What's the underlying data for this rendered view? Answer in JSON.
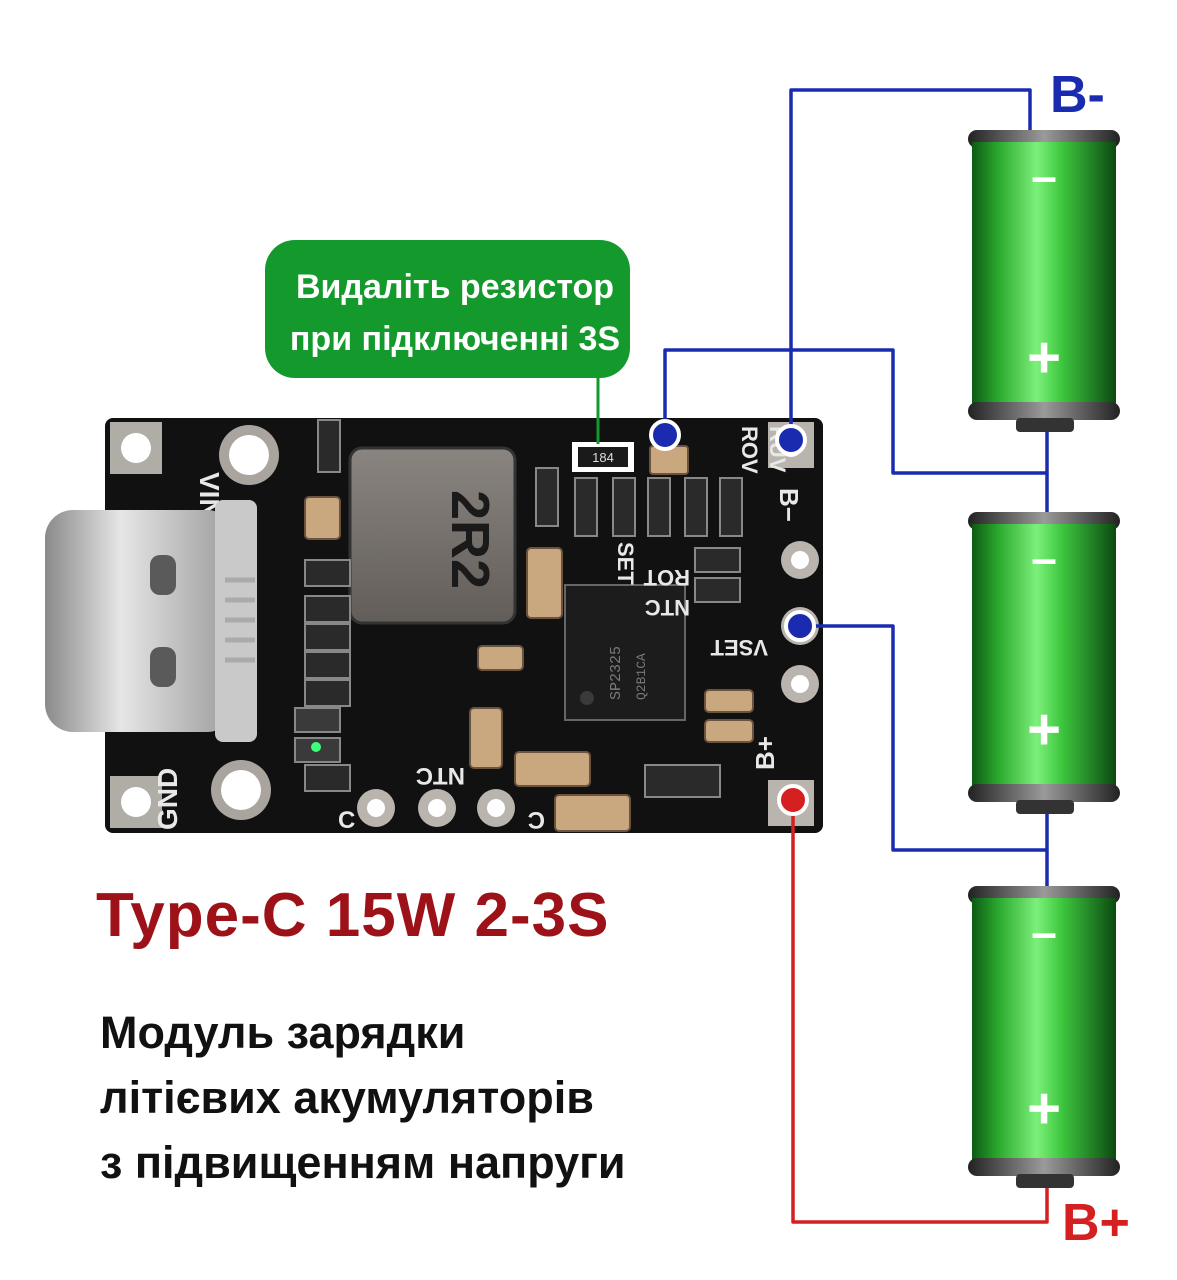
{
  "callout": {
    "line1": "Видаліть резистор",
    "line2": "при підключенні 3S"
  },
  "terminals": {
    "b_minus": "B-",
    "b_plus": "B+"
  },
  "batteries": [
    {
      "minus": "–",
      "plus": "+"
    },
    {
      "minus": "–",
      "plus": "+"
    },
    {
      "minus": "–",
      "plus": "+"
    }
  ],
  "board": {
    "vin": "VIN",
    "gnd": "GND",
    "inductor": "2R2",
    "resistor": "184",
    "ruv": "RUV",
    "rov": "ROV",
    "b_minus": "B−",
    "b_plus": "B+",
    "set": "SET",
    "rot": "ROT",
    "ntc_right": "NTC",
    "vset": "VSET",
    "ntc_bottom": "NTC",
    "chip_line1": "SP2325",
    "chip_line2": "Q2B1CA",
    "c_left": "C",
    "c_right": "C"
  },
  "headline": "Type-C 15W 2-3S",
  "subtitle": {
    "line1": "Модуль зарядки",
    "line2": "літієвих акумуляторів",
    "line3": "з підвищенням напруги"
  },
  "colors": {
    "wire_blue": "#1a2bb0",
    "wire_red": "#d42020",
    "callout_green": "#14992c",
    "headline_red": "#9c1218",
    "battery_green": "#3cc83c",
    "board_black": "#101010"
  }
}
